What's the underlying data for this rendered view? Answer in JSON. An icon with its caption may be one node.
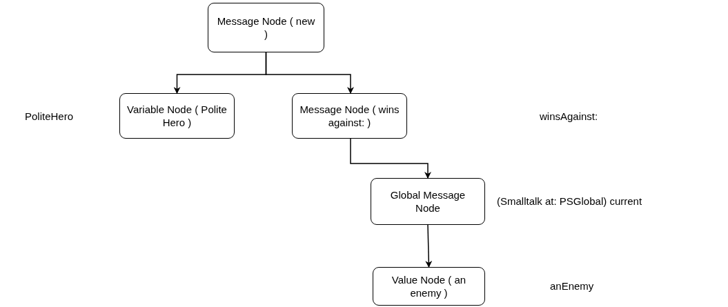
{
  "diagram": {
    "nodes": [
      {
        "text": [
          "Message Node ( new )"
        ]
      },
      {
        "text": [
          "Variable Node ( Polite Hero )"
        ]
      },
      {
        "text": [
          "Message Node ( wins against: )"
        ]
      },
      {
        "text": [
          "Global Message Node"
        ]
      },
      {
        "text": [
          "Value Node ( an enemy )"
        ]
      }
    ],
    "edges": [
      {
        "from": 0,
        "to": 1,
        "arrow": "to"
      },
      {
        "from": 0,
        "to": 2,
        "arrow": "to"
      },
      {
        "from": 2,
        "to": 3,
        "arrow": "to"
      },
      {
        "from": 3,
        "to": 4,
        "arrow": "to"
      }
    ],
    "labels": [
      "PoliteHero",
      "winsAgainst:",
      "(Smalltalk at: PSGlobal) current",
      "anEnemy"
    ]
  }
}
